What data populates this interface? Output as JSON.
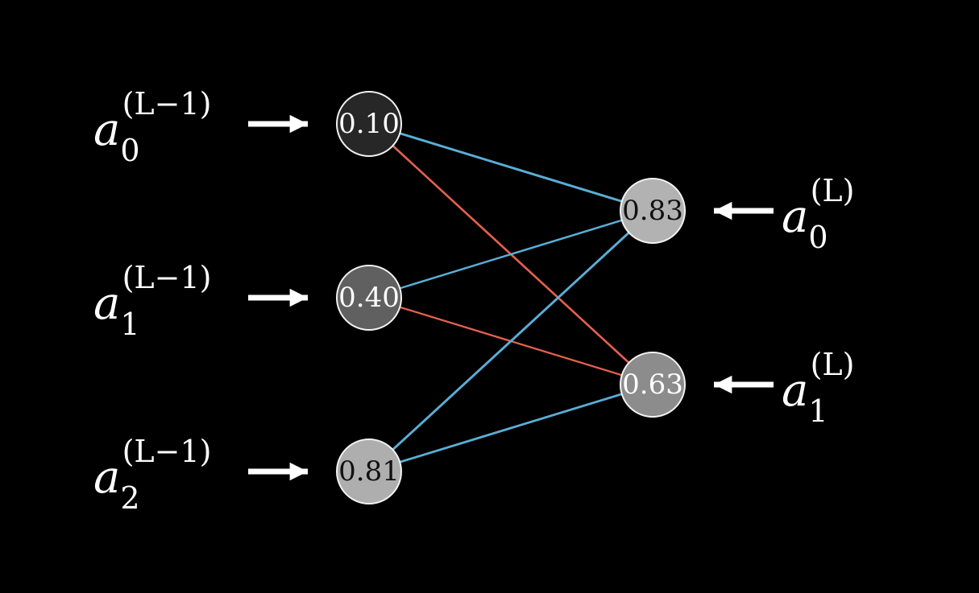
{
  "background": "#000000",
  "edge_colors": {
    "positive": "#5aaed6",
    "negative": "#e5604f"
  },
  "input_layer": {
    "neurons": [
      {
        "value": "0.10",
        "activation": 0.1,
        "label": {
          "base": "a",
          "sub": "0",
          "sup": "(L−1)"
        }
      },
      {
        "value": "0.40",
        "activation": 0.4,
        "label": {
          "base": "a",
          "sub": "1",
          "sup": "(L−1)"
        }
      },
      {
        "value": "0.81",
        "activation": 0.81,
        "label": {
          "base": "a",
          "sub": "2",
          "sup": "(L−1)"
        }
      }
    ]
  },
  "output_layer": {
    "neurons": [
      {
        "value": "0.83",
        "activation": 0.83,
        "label": {
          "base": "a",
          "sub": "0",
          "sup": "(L)"
        }
      },
      {
        "value": "0.63",
        "activation": 0.63,
        "label": {
          "base": "a",
          "sub": "1",
          "sup": "(L)"
        }
      }
    ]
  },
  "edges": [
    {
      "from": 0,
      "to": 0,
      "sign": "positive",
      "strength": 0.9
    },
    {
      "from": 0,
      "to": 1,
      "sign": "negative",
      "strength": 0.7
    },
    {
      "from": 1,
      "to": 0,
      "sign": "positive",
      "strength": 0.6
    },
    {
      "from": 1,
      "to": 1,
      "sign": "negative",
      "strength": 0.5
    },
    {
      "from": 2,
      "to": 0,
      "sign": "positive",
      "strength": 0.9
    },
    {
      "from": 2,
      "to": 1,
      "sign": "positive",
      "strength": 0.8
    }
  ]
}
